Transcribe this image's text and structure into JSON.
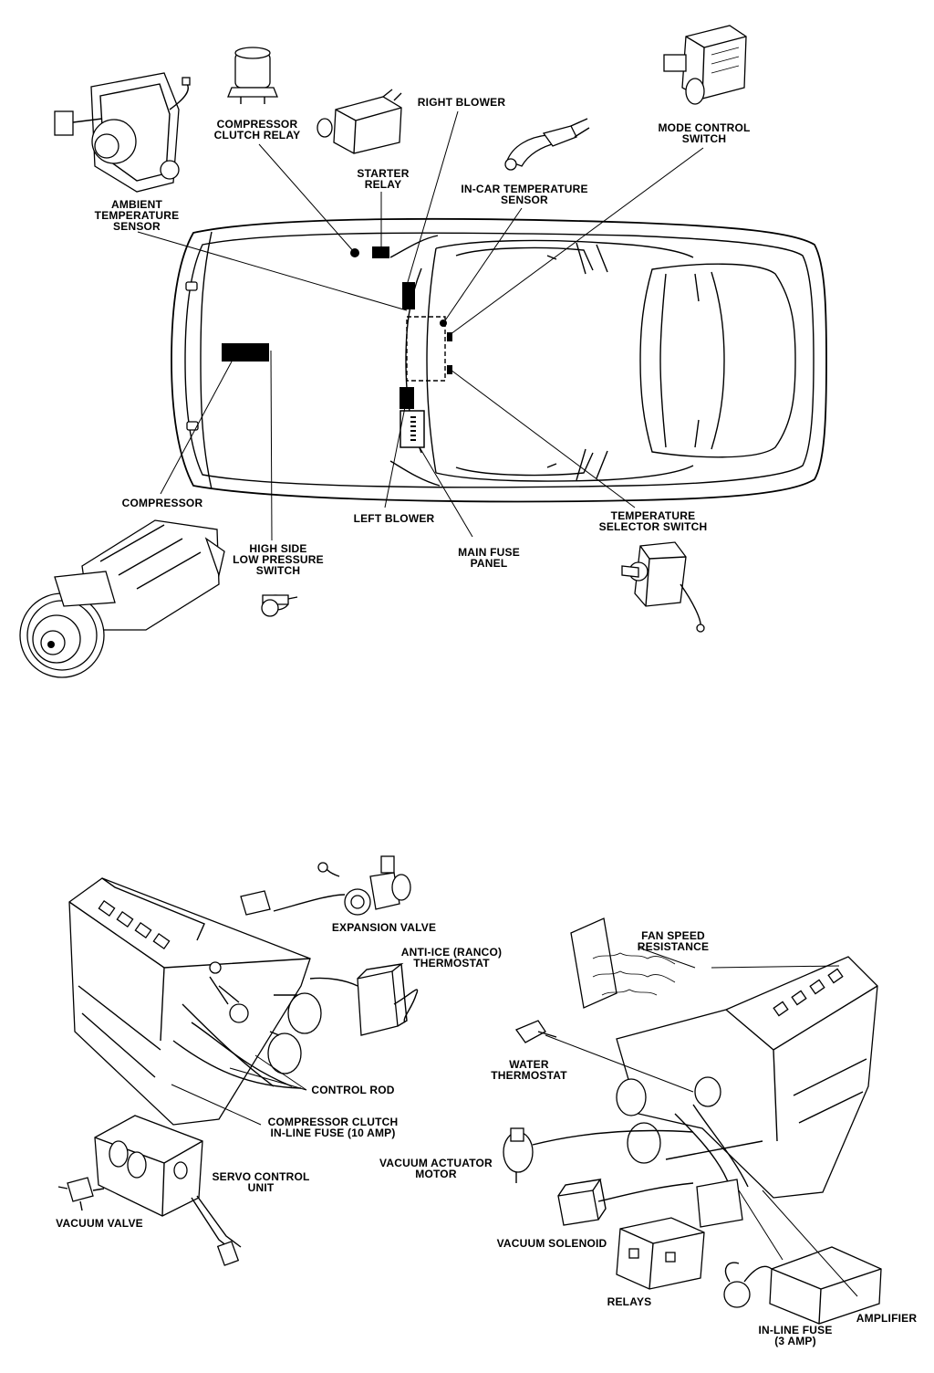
{
  "labels": {
    "compressor_clutch_relay": "COMPRESSOR\nCLUTCH RELAY",
    "right_blower": "RIGHT BLOWER",
    "mode_control_switch": "MODE CONTROL\nSWITCH",
    "starter_relay": "STARTER\nRELAY",
    "in_car_temperature_sensor": "IN-CAR TEMPERATURE\nSENSOR",
    "ambient_temperature_sensor": "AMBIENT\nTEMPERATURE\nSENSOR",
    "compressor": "COMPRESSOR",
    "left_blower": "LEFT BLOWER",
    "temperature_selector_switch": "TEMPERATURE\nSELECTOR SWITCH",
    "high_side_low_pressure_switch": "HIGH SIDE\nLOW PRESSURE\nSWITCH",
    "main_fuse_panel": "MAIN FUSE\nPANEL",
    "expansion_valve": "EXPANSION VALVE",
    "anti_ice_thermostat": "ANTI-ICE (RANCO)\nTHERMOSTAT",
    "fan_speed_resistance": "FAN SPEED\nRESISTANCE",
    "control_rod": "CONTROL ROD",
    "water_thermostat": "WATER\nTHERMOSTAT",
    "compressor_clutch_inline_fuse": "COMPRESSOR CLUTCH\nIN-LINE FUSE (10 AMP)",
    "vacuum_actuator_motor": "VACUUM ACTUATOR\nMOTOR",
    "servo_control_unit": "SERVO CONTROL\nUNIT",
    "vacuum_valve": "VACUUM VALVE",
    "vacuum_solenoid": "VACUUM SOLENOID",
    "relays": "RELAYS",
    "amplifier": "AMPLIFIER",
    "inline_fuse_3amp": "IN-LINE FUSE\n(3 AMP)"
  }
}
